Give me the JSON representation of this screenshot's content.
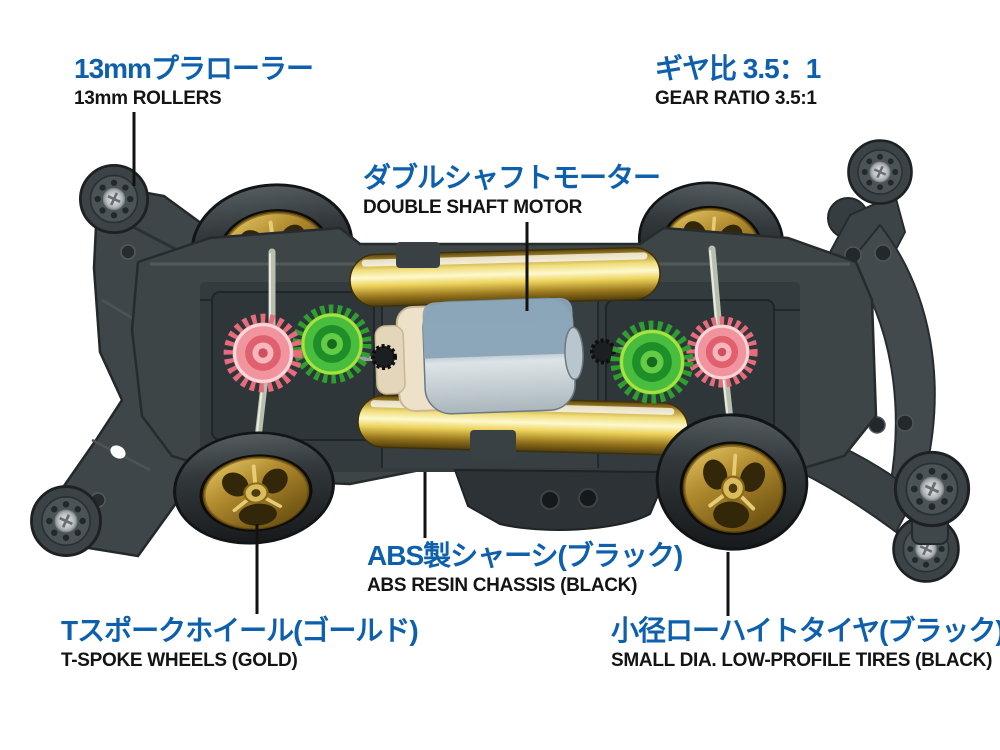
{
  "page": {
    "background": "#ffffff",
    "description_parts": [
      "mini-4wd-chassis-top-view-photo",
      "front-bumper",
      "rear-roller-stay",
      "13mm-roller",
      "t-spoke-gold-wheel",
      "low-profile-black-tire",
      "double-shaft-motor",
      "gold-battery-cell",
      "pink-crown-gear",
      "green-counter-gear",
      "chassis-deck",
      "leader-line"
    ]
  },
  "labels": {
    "rollers": {
      "jp": "13mmプラローラー",
      "en": "13mm ROLLERS"
    },
    "gear_ratio": {
      "jp": "ギヤ比 3.5：1",
      "en": "GEAR RATIO 3.5:1"
    },
    "motor": {
      "jp": "ダブルシャフトモーター",
      "en": "DOUBLE SHAFT MOTOR"
    },
    "chassis": {
      "jp": "ABS製シャーシ(ブラック)",
      "en": "ABS RESIN CHASSIS (BLACK)"
    },
    "wheels": {
      "jp": "Tスポークホイール(ゴールド)",
      "en": "T-SPOKE WHEELS (GOLD)"
    },
    "tires": {
      "jp": "小径ローハイトタイヤ(ブラック)",
      "en": "SMALL DIA. LOW-PROFILE TIRES (BLACK)"
    }
  },
  "colors": {
    "label_jp_blue": "#0e60ad",
    "label_en_black": "#141414",
    "leader_line": "#121212",
    "page_bg": "#ffffff",
    "chassis_gray": "#3e4547",
    "tire_black": "#26292b",
    "wheel_gold": "#b08a2e",
    "battery_gold": "#e8cf5e",
    "motor_blue": "#8aa4b8",
    "motor_silver": "#ccd5da",
    "motor_endbell_cream": "#ece0c8",
    "gear_pink": "#f0808e",
    "gear_green": "#3cb23c",
    "axle_silver": "#c3c9b5",
    "roller_gray": "#4b5356"
  }
}
